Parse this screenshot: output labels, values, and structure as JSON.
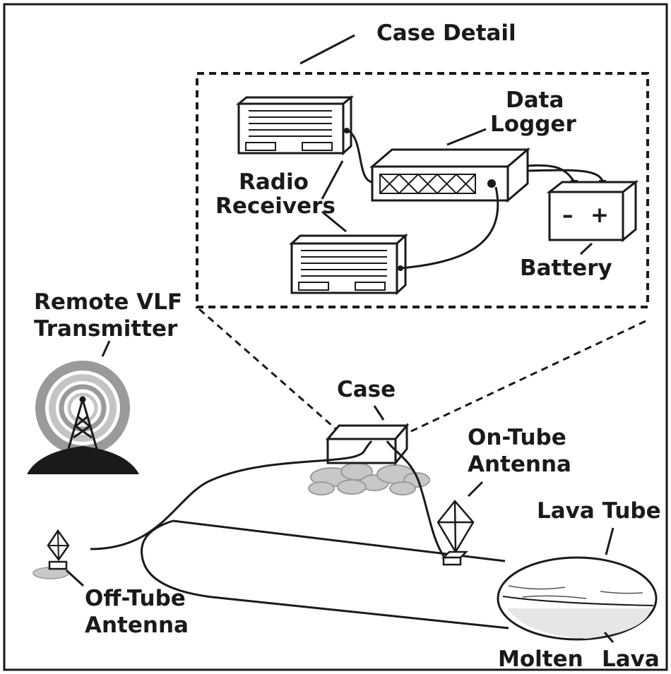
{
  "labels": {
    "case_detail": "Case Detail",
    "data": "Data",
    "logger": "Logger",
    "radio": "Radio",
    "receivers": "Receivers",
    "battery": "Battery",
    "battery_minus": "–",
    "battery_plus": "+",
    "remote_vlf": "Remote VLF",
    "transmitter": "Transmitter",
    "case": "Case",
    "on_tube": "On-Tube",
    "on_tube_antenna": "Antenna",
    "lava_tube": "Lava Tube",
    "off_tube": "Off-Tube",
    "off_tube_antenna": "Antenna",
    "molten": "Molten",
    "lava": "Lava"
  },
  "colors": {
    "ink": "#1a1a1a",
    "ring_outer": "#9a9a9a",
    "ring_mid": "#c4c4c4",
    "rocks": "#c8c8c8"
  }
}
